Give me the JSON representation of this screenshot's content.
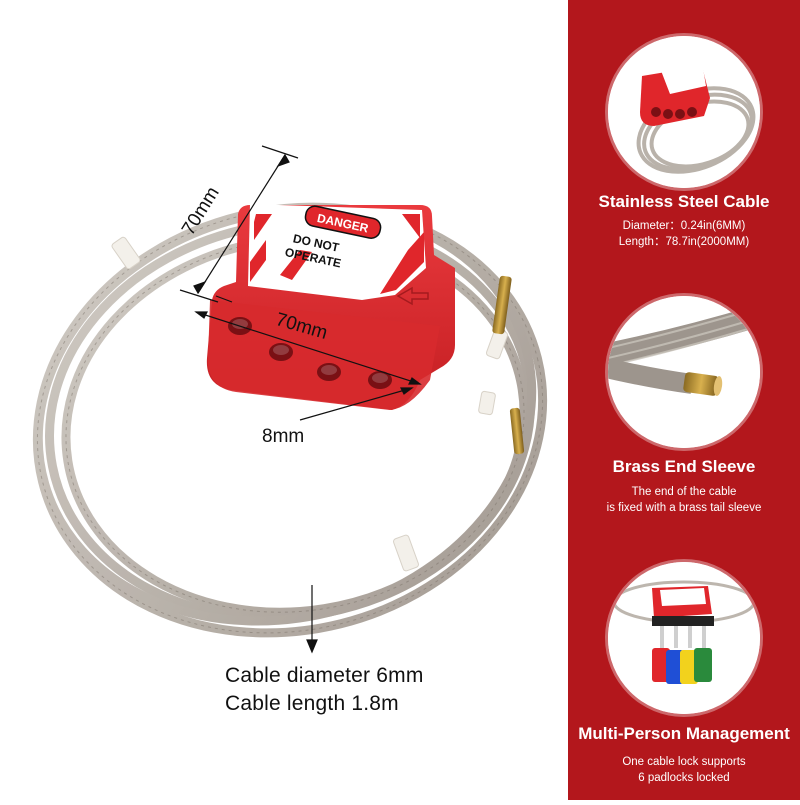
{
  "lock": {
    "tag_header": "DANGER",
    "tag_line1": "DO NOT",
    "tag_line2": "OPERATE"
  },
  "dimensions": {
    "height_label": "70mm",
    "width_label": "70mm",
    "thickness_label": "8mm"
  },
  "specs": {
    "diameter": "Cable diameter 6mm",
    "length": "Cable length 1.8m"
  },
  "features": [
    {
      "title": "Stainless Steel Cable",
      "desc_line1": "Diameter：0.24in(6MM)",
      "desc_line2": "Length：78.7in(2000MM)"
    },
    {
      "title": "Brass End Sleeve",
      "desc_line1": "The end of the cable",
      "desc_line2": "is fixed with a brass tail sleeve"
    },
    {
      "title": "Multi-Person Management",
      "desc_line1": "One cable lock supports",
      "desc_line2": "6 padlocks locked"
    }
  ],
  "colors": {
    "lock_red": "#e0262b",
    "sidebar_red": "#b3171c",
    "cable": "#b8b0a8",
    "brass": "#c49a3a"
  }
}
